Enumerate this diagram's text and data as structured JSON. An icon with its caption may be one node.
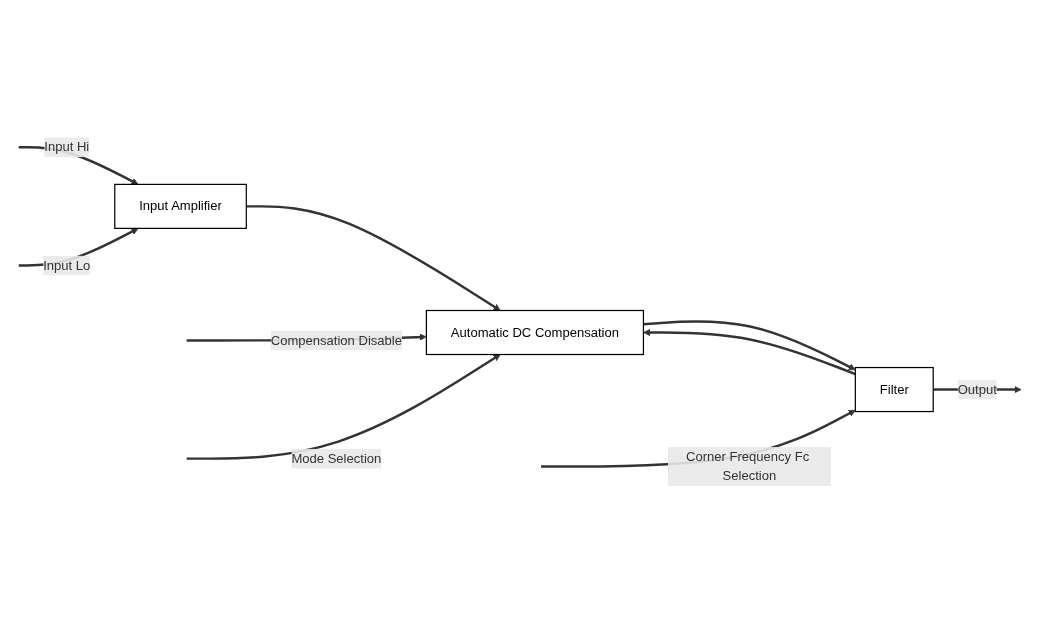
{
  "diagram": {
    "nodes": [
      {
        "text": [
          "Input Amplifier"
        ]
      },
      {
        "text": [
          "Automatic DC Compensation"
        ]
      },
      {
        "text": [
          "Filter"
        ]
      }
    ],
    "edges": [
      {
        "from": null,
        "to": 0,
        "arrow": "to",
        "label": "Input Hi"
      },
      {
        "from": null,
        "to": 0,
        "arrow": "to",
        "label": "Input Lo"
      },
      {
        "from": null,
        "to": 1,
        "arrow": "to",
        "label": "Compensation Disable"
      },
      {
        "from": 0,
        "to": 1,
        "arrow": "to"
      },
      {
        "from": 1,
        "to": 2,
        "arrow": "to"
      },
      {
        "from": 2,
        "to": 1,
        "arrow": "to"
      },
      {
        "from": null,
        "to": 1,
        "arrow": "to",
        "label": "Mode Selection"
      },
      {
        "from": null,
        "to": 2,
        "arrow": "to",
        "label": "Corner Frequency Fc Selection"
      },
      {
        "from": 2,
        "to": null,
        "arrow": "to",
        "label": "Output"
      }
    ]
  }
}
